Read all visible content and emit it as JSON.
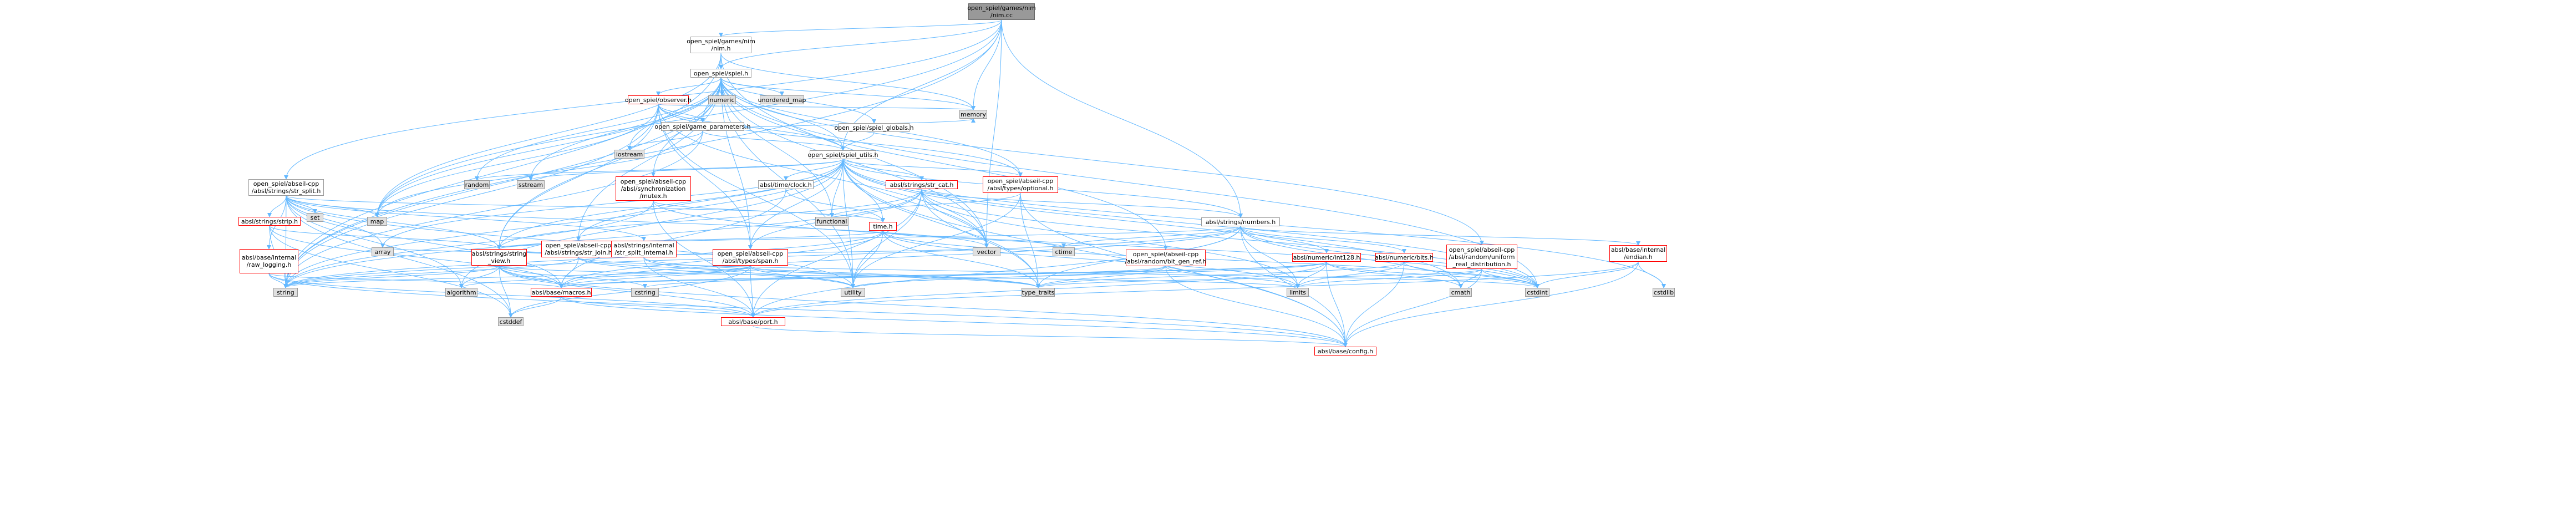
{
  "nodes": {
    "root": "open_spiel/games/nim\n/nim.cc",
    "nim_h": "open_spiel/games/nim\n/nim.h",
    "spiel_h": "open_spiel/spiel.h",
    "observer_h": "open_spiel/observer.h",
    "game_parameters_h": "open_spiel/game_parameters.h",
    "spiel_globals_h": "open_spiel/spiel_globals.h",
    "spiel_utils_h": "open_spiel/spiel_utils.h",
    "str_split_h": "open_spiel/abseil-cpp\n/absl/strings/str_split.h",
    "mutex_h": "open_spiel/abseil-cpp\n/absl/synchronization\n/mutex.h",
    "clock_h": "absl/time/clock.h",
    "str_cat_h": "absl/strings/str_cat.h",
    "optional_h": "open_spiel/abseil-cpp\n/absl/types/optional.h",
    "numbers_h": "absl/strings/numbers.h",
    "strip_h": "absl/strings/strip.h",
    "str_join_h": "open_spiel/abseil-cpp\n/absl/strings/str_join.h",
    "str_split_internal_h": "absl/strings/internal\n/str_split_internal.h",
    "time_h": "time.h",
    "raw_logging_h": "absl/base/internal\n/raw_logging.h",
    "string_view_h": "absl/strings/string\n_view.h",
    "span_h": "open_spiel/abseil-cpp\n/absl/types/span.h",
    "bit_gen_ref_h": "open_spiel/abseil-cpp\n/absl/random/bit_gen_ref.h",
    "int128_h": "absl/numeric/int128.h",
    "bits_h": "absl/numeric/bits.h",
    "uniform_real_h": "open_spiel/abseil-cpp\n/absl/random/uniform\n_real_distribution.h",
    "endian_h": "absl/base/internal\n/endian.h",
    "macros_h": "absl/base/macros.h",
    "port_h": "absl/base/port.h",
    "config_h": "absl/base/config.h",
    "numeric": "numeric",
    "unordered_map": "unordered_map",
    "memory": "memory",
    "iostream": "iostream",
    "random": "random",
    "sstream": "sstream",
    "functional": "functional",
    "set": "set",
    "map": "map",
    "array": "array",
    "vector": "vector",
    "ctime": "ctime",
    "string": "string",
    "algorithm": "algorithm",
    "cstring": "cstring",
    "utility": "utility",
    "type_traits": "type_traits",
    "limits": "limits",
    "cmath": "cmath",
    "cstdint": "cstdint",
    "cstdlib": "cstdlib",
    "cstddef": "cstddef"
  },
  "colors": {
    "edge": "#63b8ff",
    "root_fill": "#999999",
    "red_border": "#ff0000",
    "gray_fill": "#e0e0e0"
  }
}
